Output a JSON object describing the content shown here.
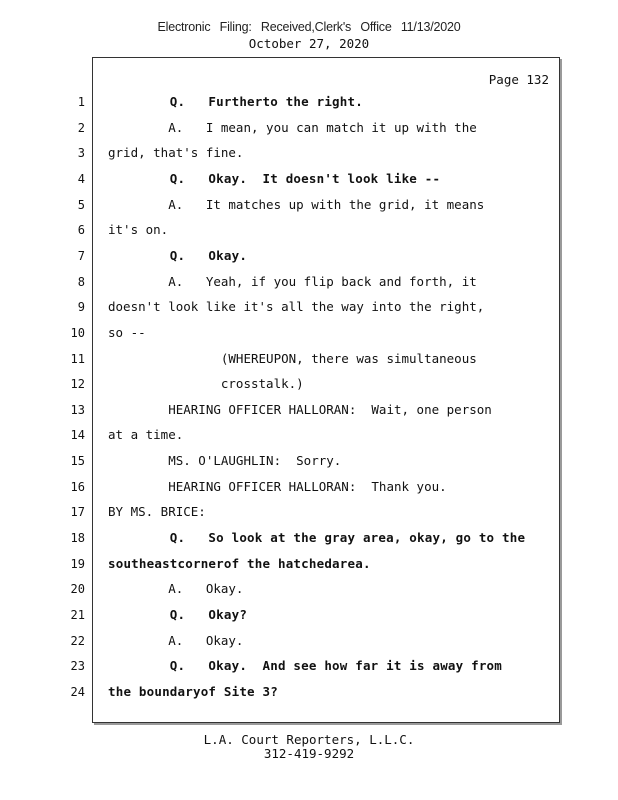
{
  "header": {
    "filing_stamp": "Electronic   Filing:  Received,Clerk's   Office  11/13/2020",
    "date": "October 27, 2020"
  },
  "page_label": "Page 132",
  "lines": [
    {
      "num": "1",
      "text": "        Q.   Furtherto the right.",
      "bold": true
    },
    {
      "num": "2",
      "text": "        A.   I mean, you can match it up with the",
      "bold": false
    },
    {
      "num": "3",
      "text": "grid, that's fine.",
      "bold": false
    },
    {
      "num": "4",
      "text": "        Q.   Okay.  It doesn't look like --",
      "bold": true
    },
    {
      "num": "5",
      "text": "        A.   It matches up with the grid, it means",
      "bold": false
    },
    {
      "num": "6",
      "text": "it's on.",
      "bold": false
    },
    {
      "num": "7",
      "text": "        Q.   Okay.",
      "bold": true
    },
    {
      "num": "8",
      "text": "        A.   Yeah, if you flip back and forth, it",
      "bold": false
    },
    {
      "num": "9",
      "text": "doesn't look like it's all the way into the right,",
      "bold": false
    },
    {
      "num": "10",
      "text": "so --",
      "bold": false
    },
    {
      "num": "11",
      "text": "               (WHEREUPON, there was simultaneous",
      "bold": false
    },
    {
      "num": "12",
      "text": "               crosstalk.)",
      "bold": false
    },
    {
      "num": "13",
      "text": "        HEARING OFFICER HALLORAN:  Wait, one person",
      "bold": false
    },
    {
      "num": "14",
      "text": "at a time.",
      "bold": false
    },
    {
      "num": "15",
      "text": "        MS. O'LAUGHLIN:  Sorry.",
      "bold": false
    },
    {
      "num": "16",
      "text": "        HEARING OFFICER HALLORAN:  Thank you.",
      "bold": false
    },
    {
      "num": "17",
      "text": "BY MS. BRICE:",
      "bold": false
    },
    {
      "num": "18",
      "text": "        Q.   So look at the gray area, okay, go to the",
      "bold": true
    },
    {
      "num": "19",
      "text": "southeastcornerof the hatchedarea.",
      "bold": true
    },
    {
      "num": "20",
      "text": "        A.   Okay.",
      "bold": false
    },
    {
      "num": "21",
      "text": "        Q.   Okay?",
      "bold": true
    },
    {
      "num": "22",
      "text": "        A.   Okay.",
      "bold": false
    },
    {
      "num": "23",
      "text": "        Q.   Okay.  And see how far it is away from",
      "bold": true
    },
    {
      "num": "24",
      "text": "the boundaryof Site 3?",
      "bold": true
    }
  ],
  "footer": {
    "company": "L.A. Court Reporters, L.L.C.",
    "phone": "312-419-9292"
  }
}
